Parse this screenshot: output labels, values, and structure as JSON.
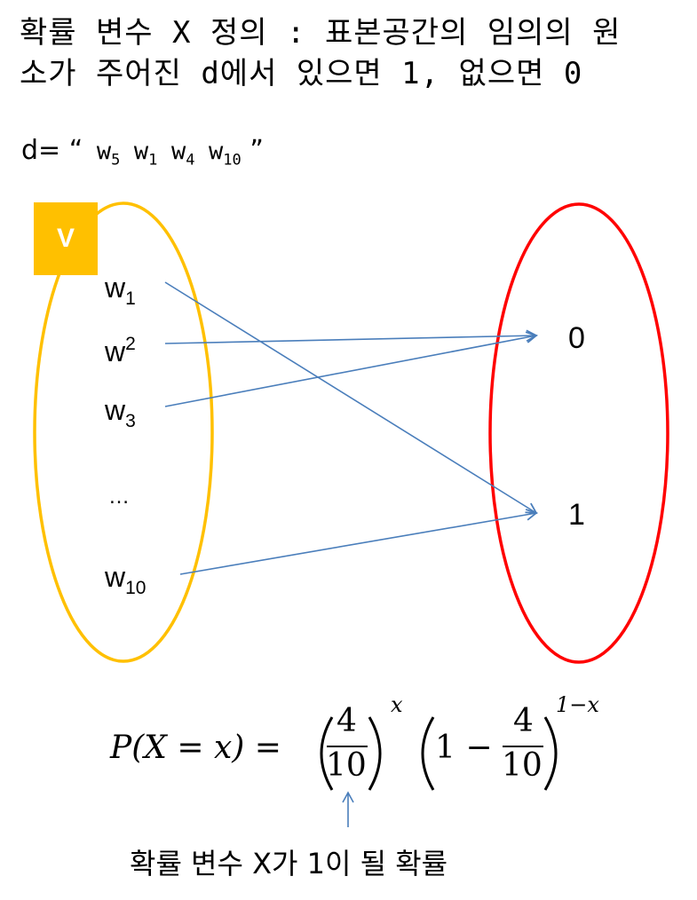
{
  "title": {
    "line1": "확률 변수 X 정의 : 표본공간의 임의의 원",
    "line2": "소가 주어진 d에서 있으면 1, 없으면 0"
  },
  "doc": {
    "prefix": "d=",
    "open_quote": "“",
    "close_quote": "”",
    "words": [
      {
        "base": "w",
        "sub": "5"
      },
      {
        "base": "w",
        "sub": "1"
      },
      {
        "base": "w",
        "sub": "4"
      },
      {
        "base": "w",
        "sub": "10"
      }
    ]
  },
  "vocab": {
    "label": "V",
    "elements": [
      {
        "base": "w",
        "sub": "1",
        "sup": ""
      },
      {
        "base": "w",
        "sub": "",
        "sup": "2"
      },
      {
        "base": "w",
        "sub": "3",
        "sup": ""
      },
      {
        "base": "…",
        "sub": "",
        "sup": ""
      },
      {
        "base": "w",
        "sub": "10",
        "sup": ""
      }
    ]
  },
  "outputs": [
    "0",
    "1"
  ],
  "mapping": [
    {
      "from": "w1",
      "to": "1"
    },
    {
      "from": "w2",
      "to": "0"
    },
    {
      "from": "w3",
      "to": "0"
    },
    {
      "from": "w10",
      "to": "1"
    }
  ],
  "formula": {
    "lhs": "P(X = x) =",
    "numerator": "4",
    "denominator": "10",
    "exp1": "x",
    "one_minus": "1 −",
    "exp2": "1−x"
  },
  "caption": "확률 변수 X가 1이 될 확률",
  "colors": {
    "vocab_ellipse": "#ffc000",
    "output_ellipse": "#ff0000",
    "arrow": "#4a7ebb",
    "label_fill": "#ffc000"
  }
}
